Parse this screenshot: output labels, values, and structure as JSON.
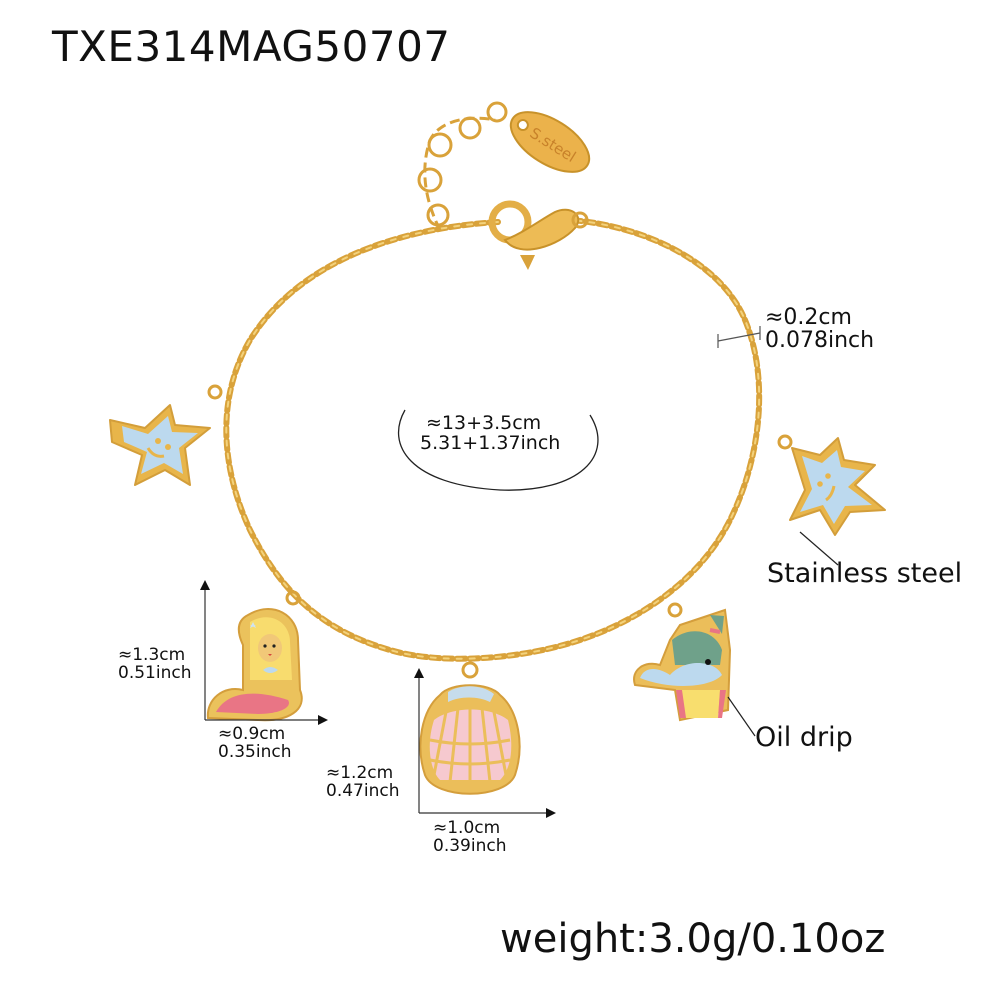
{
  "product": {
    "sku": "TXE314MAG50707",
    "tag_text": "S.steel",
    "weight": "weight:3.0g/0.10oz"
  },
  "dimensions": {
    "chain_width": {
      "cm": "≈0.2cm",
      "inch": "0.078inch"
    },
    "bracelet_length": {
      "cm": "≈13+3.5cm",
      "inch": "5.31+1.37inch"
    },
    "mermaid_height": {
      "cm": "≈1.3cm",
      "inch": "0.51inch"
    },
    "mermaid_width": {
      "cm": "≈0.9cm",
      "inch": "0.35inch"
    },
    "shell_height": {
      "cm": "≈1.2cm",
      "inch": "0.47inch"
    },
    "shell_width": {
      "cm": "≈1.0cm",
      "inch": "0.39inch"
    }
  },
  "callouts": {
    "material": "Stainless steel",
    "finish": "Oil drip"
  },
  "charms": [
    "starfish",
    "mermaid",
    "seashell",
    "whale-cupcake",
    "starfish"
  ],
  "colors": {
    "gold": "#E8B54A",
    "gold_dark": "#C8922A",
    "enamel_blue": "#B9D8EE",
    "enamel_pink": "#F6C9CF",
    "enamel_coral": "#E97585",
    "enamel_yellow": "#F8DE6E",
    "enamel_green": "#6FA18A"
  }
}
